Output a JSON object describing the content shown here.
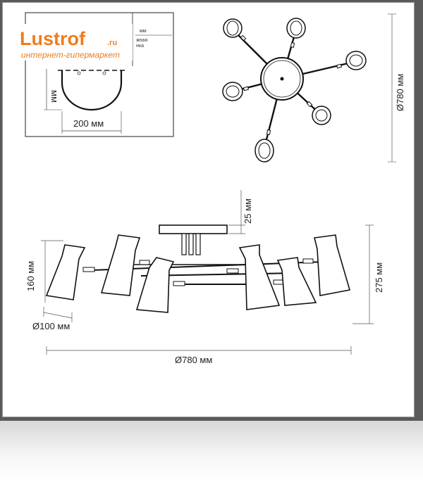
{
  "brand": {
    "name": "Lustrof",
    "domain": ".ru",
    "tagline": "интернет-гипермаркет",
    "color": "#f07d1c"
  },
  "inset": {
    "width_label": "200 мм",
    "height_label": "мм",
    "note_line1": "мм",
    "note_line2": "жная",
    "note_line3": "нка"
  },
  "dimensions": {
    "top_diameter": "Ø780 мм",
    "canopy_height": "25 мм",
    "shade_height": "160 мм",
    "total_height": "275 мм",
    "shade_diameter": "Ø100 мм",
    "span_diameter": "Ø780 мм"
  }
}
